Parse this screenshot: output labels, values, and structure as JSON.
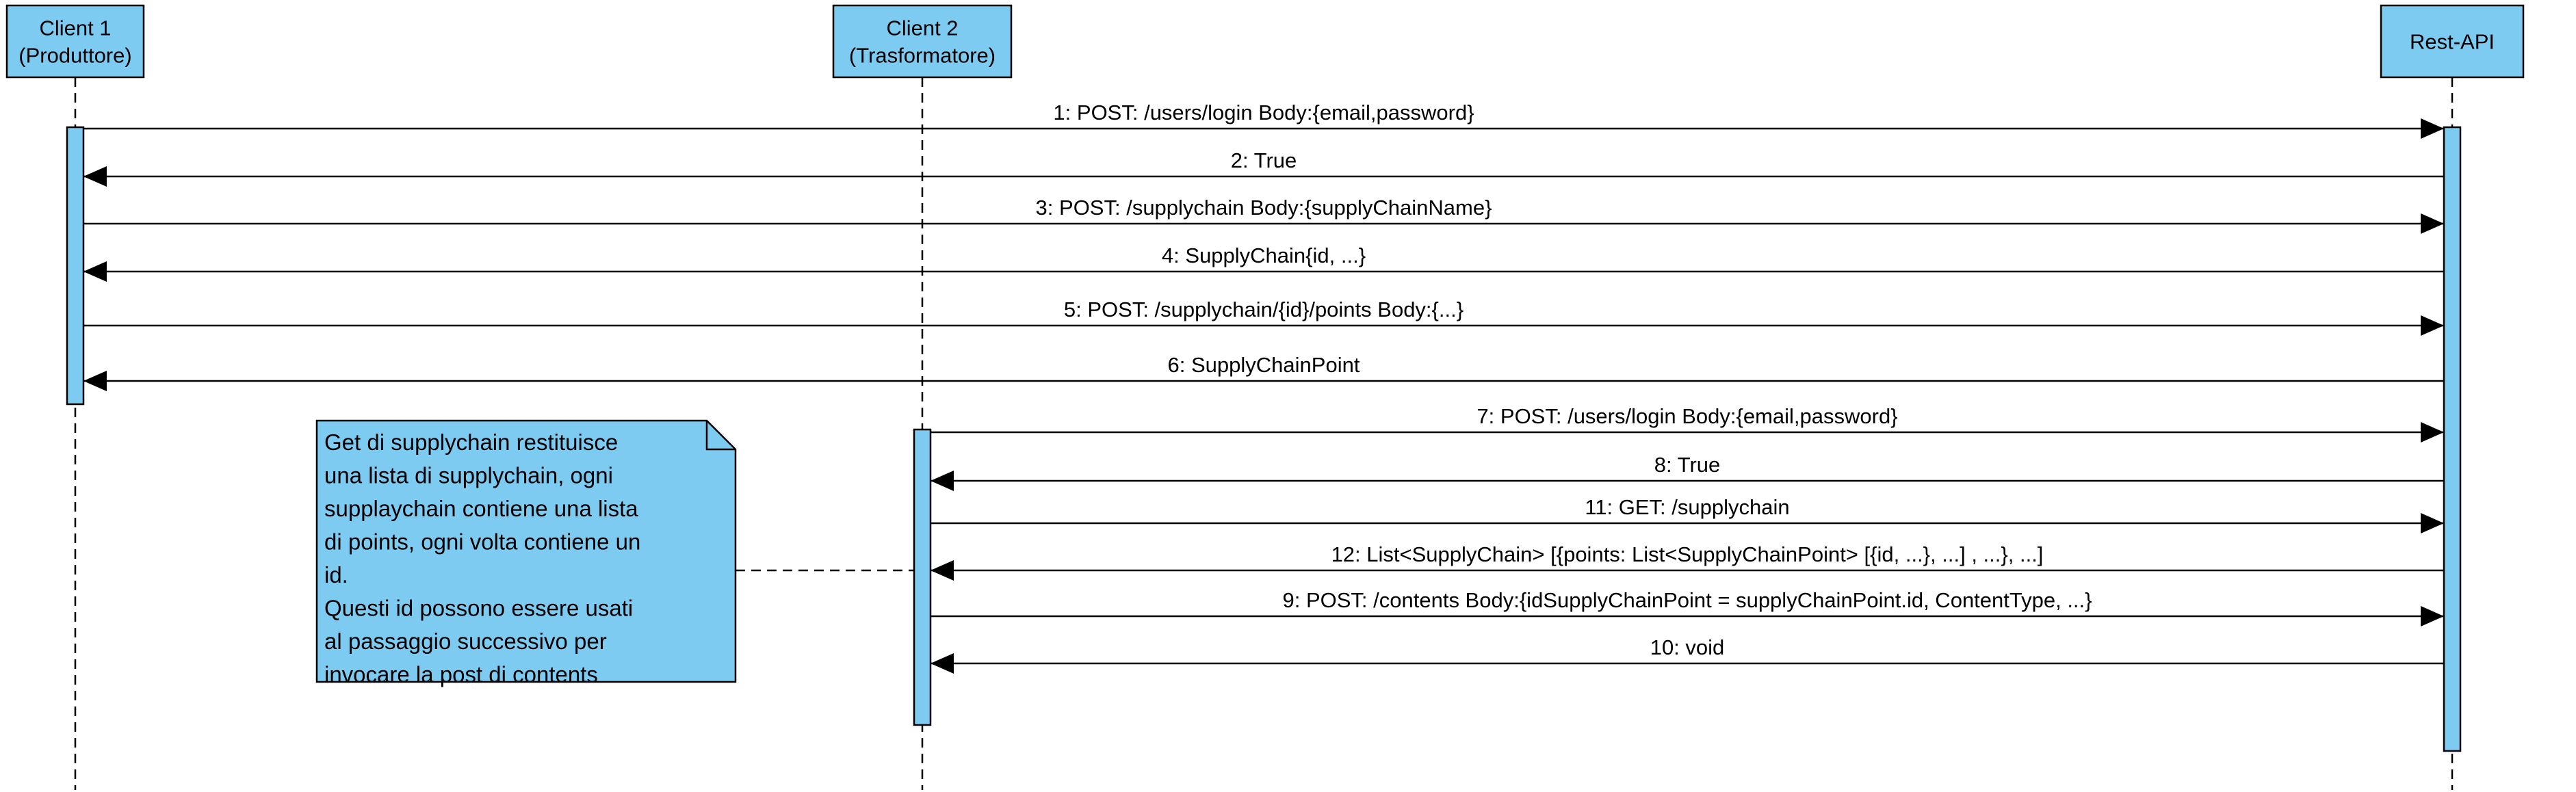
{
  "colors": {
    "participant_fill": "#7ecbf2",
    "activation_fill": "#7ecbf2",
    "note_fill": "#7ecbf2",
    "line": "#000000",
    "background": "#ffffff"
  },
  "participants": [
    {
      "id": "client1",
      "lines": [
        "Client 1",
        "(Produttore)"
      ]
    },
    {
      "id": "client2",
      "lines": [
        "Client 2",
        "(Trasformatore)"
      ]
    },
    {
      "id": "restapi",
      "lines": [
        "Rest-API"
      ]
    }
  ],
  "messages": [
    {
      "label": "1: POST: /users/login Body:{email,password}",
      "from": "client1",
      "to": "restapi"
    },
    {
      "label": "2: True",
      "from": "restapi",
      "to": "client1"
    },
    {
      "label": "3: POST: /supplychain Body:{supplyChainName}",
      "from": "client1",
      "to": "restapi"
    },
    {
      "label": "4: SupplyChain{id, ...}",
      "from": "restapi",
      "to": "client1"
    },
    {
      "label": "5: POST: /supplychain/{id}/points Body:{...}",
      "from": "client1",
      "to": "restapi"
    },
    {
      "label": "6: SupplyChainPoint",
      "from": "restapi",
      "to": "client1"
    },
    {
      "label": "7: POST: /users/login Body:{email,password}",
      "from": "client2",
      "to": "restapi"
    },
    {
      "label": "8: True",
      "from": "restapi",
      "to": "client2"
    },
    {
      "label": "11: GET: /supplychain",
      "from": "client2",
      "to": "restapi"
    },
    {
      "label": "12: List<SupplyChain> [{points: List<SupplyChainPoint> [{id, ...}, ...] , ...}, ...]",
      "from": "restapi",
      "to": "client2"
    },
    {
      "label": "9: POST: /contents Body:{idSupplyChainPoint = supplyChainPoint.id, ContentType, ...}",
      "from": "client2",
      "to": "restapi"
    },
    {
      "label": "10: void",
      "from": "restapi",
      "to": "client2"
    }
  ],
  "note": {
    "lines": [
      "Get di supplychain restituisce",
      "una lista di supplychain, ogni",
      "supplaychain contiene una lista",
      "di points, ogni volta contiene un",
      "id.",
      "Questi id possono essere usati",
      "al passaggio successivo per",
      "invocare la post di contents"
    ],
    "attached_to": "client2"
  }
}
